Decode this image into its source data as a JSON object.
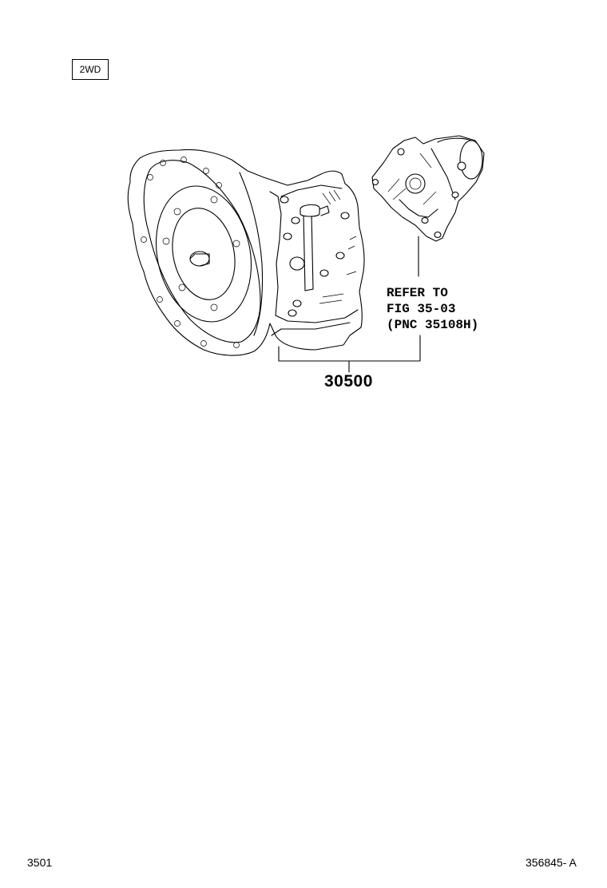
{
  "variant_label": "2WD",
  "reference_note": {
    "line1": "REFER TO",
    "line2": "FIG 35-03",
    "line3": "(PNC 35108H)"
  },
  "part_number": "30500",
  "footer": {
    "page_code": "3501",
    "illustration_code": "356845- A"
  }
}
